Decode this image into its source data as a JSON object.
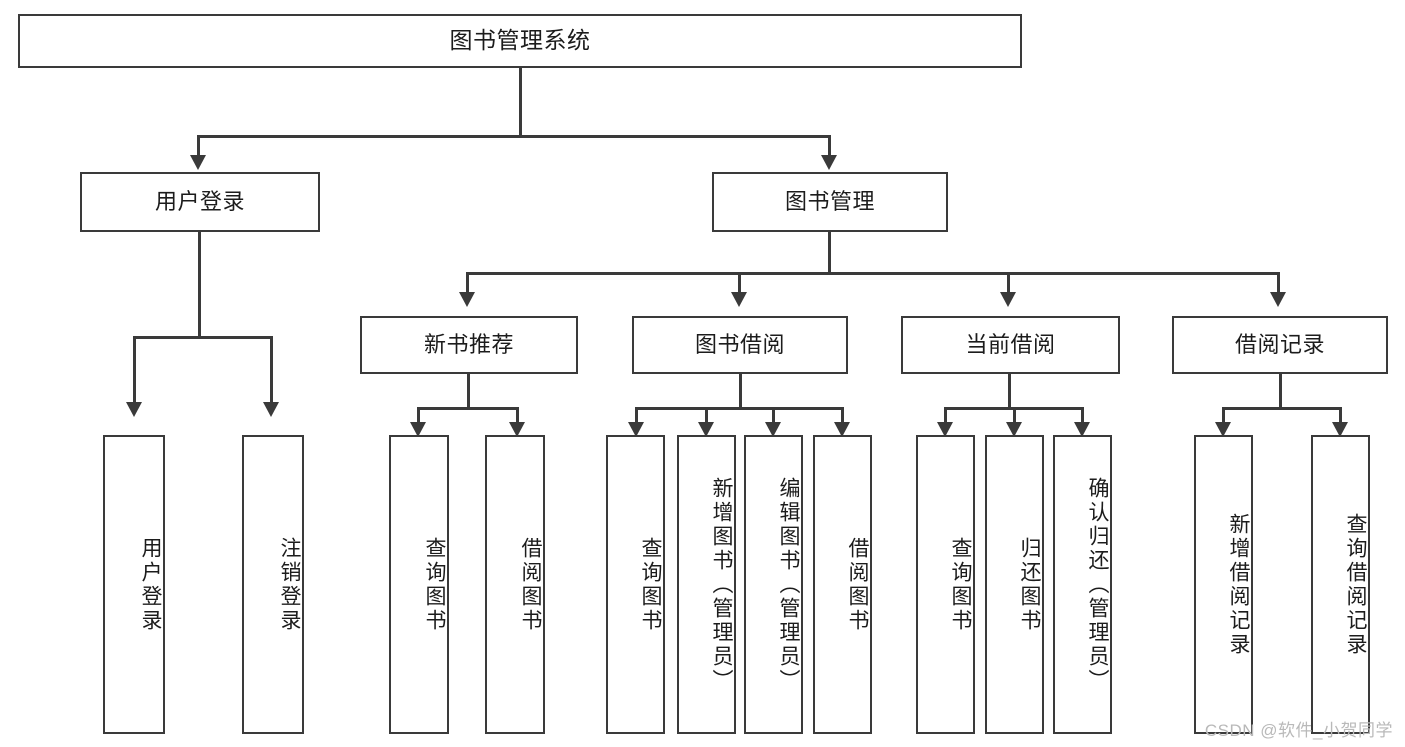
{
  "diagram": {
    "type": "tree",
    "title": "图书管理系统",
    "root": {
      "label": "图书管理系统"
    },
    "level1": [
      {
        "label": "用户登录"
      },
      {
        "label": "图书管理"
      }
    ],
    "level2": [
      {
        "label": "新书推荐"
      },
      {
        "label": "图书借阅"
      },
      {
        "label": "当前借阅"
      },
      {
        "label": "借阅记录"
      }
    ],
    "leaves": {
      "user_login": [
        {
          "label": "用户登录"
        },
        {
          "label": "注销登录"
        }
      ],
      "new_book_recommend": [
        {
          "label": "查询图书"
        },
        {
          "label": "借阅图书"
        }
      ],
      "book_borrow": [
        {
          "label": "查询图书"
        },
        {
          "label": "新增图书（管理员）"
        },
        {
          "label": "编辑图书（管理员）"
        },
        {
          "label": "借阅图书"
        }
      ],
      "current_borrow": [
        {
          "label": "查询图书"
        },
        {
          "label": "归还图书"
        },
        {
          "label": "确认归还（管理员）"
        }
      ],
      "borrow_record": [
        {
          "label": "新增借阅记录"
        },
        {
          "label": "查询借阅记录"
        }
      ]
    }
  },
  "watermark": {
    "text": "CSDN @软件_小贺同学"
  },
  "colors": {
    "stroke": "#3a3a3a",
    "background": "#ffffff",
    "text": "#1c1c1c",
    "watermark": "#b9b9b9"
  }
}
